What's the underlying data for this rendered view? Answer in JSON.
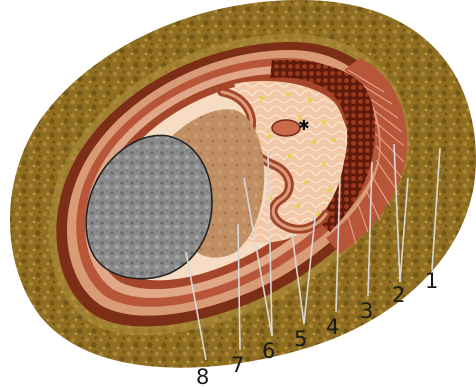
{
  "labels": [
    "1",
    "2",
    "3",
    "4",
    "5",
    "6",
    "7",
    "8"
  ],
  "colors": {
    "outer_coat": "#8a6b1e",
    "outer_coat_light": "#b39340",
    "mesh": "#7a2410",
    "striped_layer": "#b8563a",
    "inner_layer": "#d99a76",
    "cytoplasm": "#f2c7a8",
    "nucleus_area": "#c7966a",
    "granular_body": "#8a8a8a",
    "granules": "#e8d24a",
    "leader_line": "#d8d8d8"
  }
}
